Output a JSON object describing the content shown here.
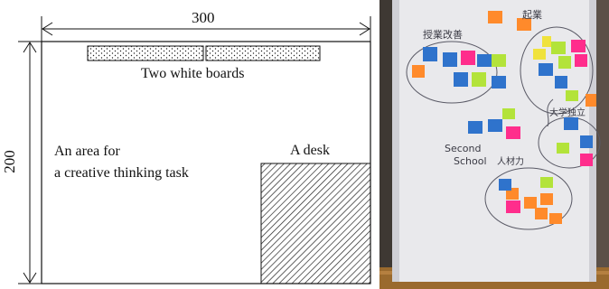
{
  "floor_plan": {
    "width_label": "300",
    "height_label": "200",
    "whiteboards_label": "Two white boards",
    "area_line1": "An area for",
    "area_line2": "a creative thinking task",
    "desk_label": "A desk"
  },
  "photo": {
    "cluster_labels": [
      "授業改善",
      "起業",
      "大学独立",
      "Second",
      "School",
      "人材力"
    ],
    "colors": {
      "board": "#e9e9ec",
      "orange": "#ff8a2b",
      "blue": "#2f73cc",
      "pink": "#ff2d8c",
      "green": "#b3e33a",
      "yellow": "#f0e23c",
      "floor": "#9a6a2e"
    }
  }
}
